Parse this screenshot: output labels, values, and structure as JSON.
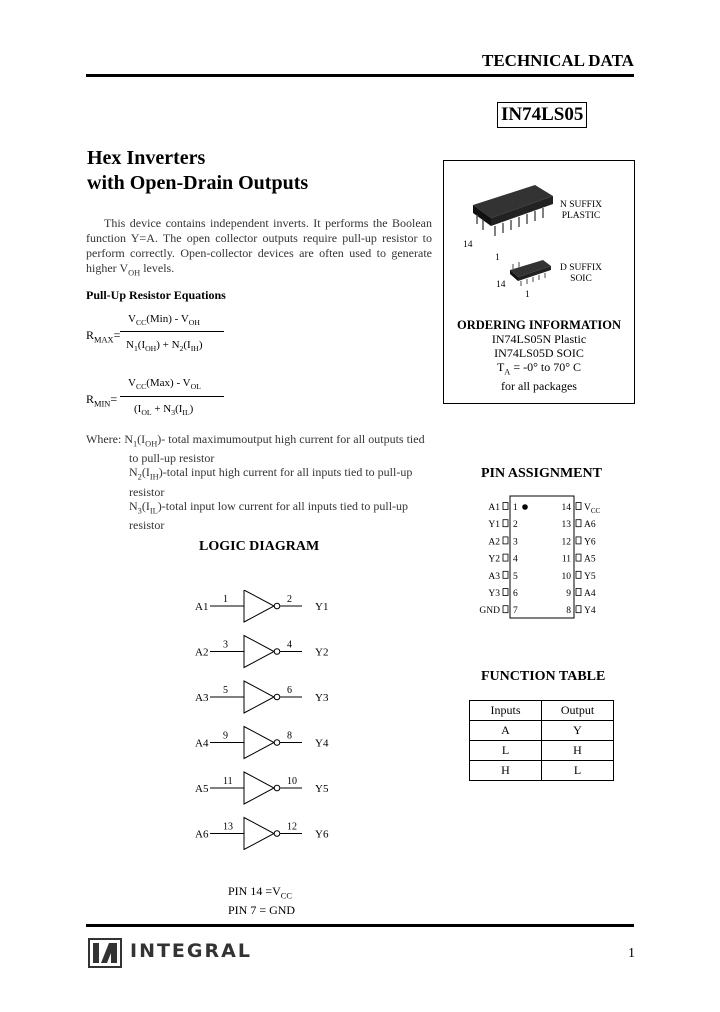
{
  "header": {
    "tech_data": "TECHNICAL DATA",
    "part_number": "IN74LS05"
  },
  "title": {
    "line1": "Hex Inverters",
    "line2": "with Open-Drain Outputs"
  },
  "description": "This device contains independent inverts. It performs the Boolean function Y=A. The open collector outputs require pull-up resistor to perform correctly. Open-collector devices are often used to generate higher V",
  "description_sub": "OH",
  "description_end": " levels.",
  "equations": {
    "heading": "Pull-Up Resistor Equations",
    "rmax": {
      "label": "R",
      "label_sub": "MAX",
      "numerator": "V",
      "num_sub": "CC",
      "num_mid": "(Min) - V",
      "num_sub2": "OH",
      "denominator": "N",
      "den_sub1": "1",
      "den_mid1": "(I",
      "den_sub2": "OH",
      "den_mid2": ") + N",
      "den_sub3": "2",
      "den_mid3": "(I",
      "den_sub4": "IH",
      "den_end": ")"
    },
    "rmin": {
      "label": "R",
      "label_sub": "MIN",
      "numerator": "V",
      "num_sub": "CC",
      "num_mid": "(Max) - V",
      "num_sub2": "OL",
      "denominator": "(I",
      "den_sub1": "OL",
      "den_mid1": " + N",
      "den_sub2": "3",
      "den_mid2": "(I",
      "den_sub3": "IL",
      "den_end": ")"
    }
  },
  "where": {
    "intro": "Where:",
    "n1": "N",
    "n1_sub": "1",
    "n1_mid": "(I",
    "n1_sub2": "OH",
    "n1_text": ")- total maximumoutput high current for all outputs tied",
    "n1_cont": "to pull-up resistor",
    "n2": "N",
    "n2_sub": "2",
    "n2_mid": "(I",
    "n2_sub2": "IH",
    "n2_text": ")-total input high current for all inputs tied to pull-up",
    "n2_cont": "resistor",
    "n3": "N",
    "n3_sub": "3",
    "n3_mid": "(I",
    "n3_sub2": "IL",
    "n3_text": ")-total input low current for all inputs tied to pull-up",
    "n3_cont": "resistor"
  },
  "ordering": {
    "n_suffix": "N SUFFIX",
    "n_plastic": "PLASTIC",
    "d_suffix": "D SUFFIX",
    "d_soic": "SOIC",
    "pin14": "14",
    "pin1": "1",
    "heading": "ORDERING INFORMATION",
    "line1": "IN74LS05N Plastic",
    "line2": "IN74LS05D SOIC",
    "line3a": "T",
    "line3sub": "A",
    "line3b": " = -0° to 70° C",
    "line4": "for all packages"
  },
  "logic_diagram": {
    "heading": "LOGIC DIAGRAM",
    "gates": [
      {
        "in_label": "A1",
        "in_pin": "1",
        "out_pin": "2",
        "out_label": "Y1"
      },
      {
        "in_label": "A2",
        "in_pin": "3",
        "out_pin": "4",
        "out_label": "Y2"
      },
      {
        "in_label": "A3",
        "in_pin": "5",
        "out_pin": "6",
        "out_label": "Y3"
      },
      {
        "in_label": "A4",
        "in_pin": "9",
        "out_pin": "8",
        "out_label": "Y4"
      },
      {
        "in_label": "A5",
        "in_pin": "11",
        "out_pin": "10",
        "out_label": "Y5"
      },
      {
        "in_label": "A6",
        "in_pin": "13",
        "out_pin": "12",
        "out_label": "Y6"
      }
    ],
    "note1a": "PIN 14 =V",
    "note1sub": "CC",
    "note2": "PIN 7 = GND"
  },
  "pin_assignment": {
    "heading": "PIN ASSIGNMENT",
    "left": [
      {
        "name": "A1",
        "num": "1"
      },
      {
        "name": "Y1",
        "num": "2"
      },
      {
        "name": "A2",
        "num": "3"
      },
      {
        "name": "Y2",
        "num": "4"
      },
      {
        "name": "A3",
        "num": "5"
      },
      {
        "name": "Y3",
        "num": "6"
      },
      {
        "name": "GND",
        "num": "7"
      }
    ],
    "right": [
      {
        "name": "V",
        "sub": "CC",
        "num": "14"
      },
      {
        "name": "A6",
        "num": "13"
      },
      {
        "name": "Y6",
        "num": "12"
      },
      {
        "name": "A5",
        "num": "11"
      },
      {
        "name": "Y5",
        "num": "10"
      },
      {
        "name": "A4",
        "num": "9"
      },
      {
        "name": "Y4",
        "num": "8"
      }
    ]
  },
  "function_table": {
    "heading": "FUNCTION TABLE",
    "headers": [
      "Inputs",
      "Output"
    ],
    "rows": [
      [
        "A",
        "Y"
      ],
      [
        "L",
        "H"
      ],
      [
        "H",
        "L"
      ]
    ]
  },
  "footer": {
    "company": "INTEGRAL",
    "page": "1"
  }
}
